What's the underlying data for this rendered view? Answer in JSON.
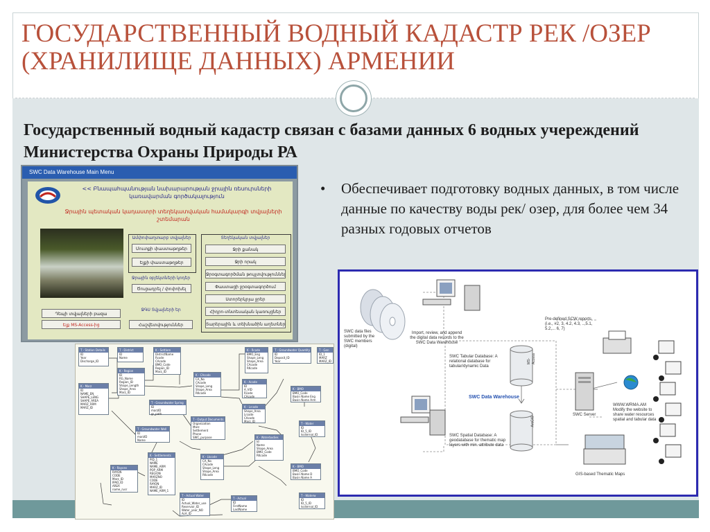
{
  "slide": {
    "title": "ГОСУДАРСТВЕННЫЙ ВОДНЫЙ КАДАСТР РЕК /ОЗЕР (ХРАНИЛИЩЕ ДАННЫХ) АРМЕНИИ",
    "subtitle": "Государственный водный кадастр связан с базами данных 6 водных учереждений Министерства Охраны Природы РА",
    "bullets": [
      "Обеспечивает подготовку водных данных, в том числе данные по качеству воды рек/ озер, для более чем 34 разных годовых отчетов"
    ],
    "bullet_marker": "•",
    "colors": {
      "title": "#b8513b",
      "panel": "#dfe6e8",
      "strip": "#6f999b",
      "frame": "#2c2ab0"
    }
  },
  "menu_window": {
    "title": "SWC Data Warehouse Main Menu",
    "header_am": "<< Բնապահպանության նախարարության ջրային ռեսուրսների կառավարման գործակալություն",
    "subheader_am": "Ջրային պետական կադաստրի տեղեկատվական համակարգի տվյալների շտեմարան",
    "groups": [
      "Ամփոփաղտարբ տվյալներ",
      "Ջրային օբյեկտների կոդեր",
      "ՋԳՍ Տվյալների եր",
      "Տեղեկական տվյալներ"
    ],
    "left_buttons": [
      "Մուտքի փաստաթղթեր",
      "Ելքի փաստաթղթեր",
      "Ծուցադրել / փոփոխել"
    ],
    "bottom_left_buttons": [
      "Դեպի տվյալների բազա",
      "Ելք MS-Access-ից"
    ],
    "middle_button": "Հաշվետվություններ",
    "right_buttons": [
      "Ջրի քանակ",
      "Ջրի որակ",
      "Ջրօգտագործման թույլտվություններ",
      "Փաստացի ջրօգտագործում",
      "Ստորերկրյա ջրեր",
      "Հիդրո-տնտեսական կառույցներ",
      "Տարերային և տեխնածին աղետներ"
    ]
  },
  "er_diagram": {
    "tables": [
      {
        "name": "T - Station Details",
        "fields": [
          "ID",
          "Year",
          "Discharge_ID"
        ]
      },
      {
        "name": "T - District",
        "fields": [
          "ID",
          "Name"
        ]
      },
      {
        "name": "K - Region",
        "fields": [
          "ID",
          "RG_Name",
          "Region_ID",
          "Shape_Length",
          "Shape_Area",
          "Marz_ID"
        ]
      },
      {
        "name": "K - Marz",
        "fields": [
          "ID",
          "NAME_EN",
          "SHAPE_LENG",
          "SHAPE_AREA",
          "MARZ_ARM",
          "MARZ_ID"
        ]
      },
      {
        "name": "K - Settlem",
        "fields": [
          "DistrictName",
          "Rcode",
          "CAcode",
          "BMO_Code",
          "Region_ID",
          "Marz_ID"
        ]
      },
      {
        "name": "K - CAcode",
        "fields": [
          "CA_No",
          "CAcode",
          "Shape_Leng",
          "Shape_Area",
          "RKcode"
        ]
      },
      {
        "name": "T - Groundwater Spring",
        "fields": [
          "ID",
          "marzID",
          "gr_path"
        ]
      },
      {
        "name": "T - Groundwater Well",
        "fields": [
          "ID",
          "marzID",
          "Name"
        ]
      },
      {
        "name": "K - Settlements",
        "fields": [
          "PID_1",
          "NAME",
          "NAME_ARM",
          "POP_ARM",
          "REGION",
          "MARZNO",
          "CODE",
          "RAYON",
          "MARZ_ID",
          "NAME_ARM_1"
        ]
      },
      {
        "name": "K - Rayons",
        "fields": [
          "RAYON",
          "CODE",
          "Marz_ID",
          "IPAD_ID",
          "AREA",
          "name_rusr"
        ]
      },
      {
        "name": "T - Output Documents",
        "fields": [
          "Organization",
          "Marz",
          "Settlement",
          "Phone",
          "SWC_purpose"
        ]
      },
      {
        "name": "K - Rcode",
        "fields": [
          "BMO_Eng",
          "Shape_Leng",
          "Shape_Area",
          "CAcode",
          "RKcode"
        ]
      },
      {
        "name": "K - Acode",
        "fields": [
          "ID",
          "A_VID",
          "Rcode",
          "CAcode"
        ]
      },
      {
        "name": "K - Lrcode",
        "fields": [
          "Shape_Area",
          "Lrcode",
          "CAcode",
          "Marz_ID"
        ]
      },
      {
        "name": "K - Lkcode",
        "fields": [
          "CA_No",
          "CAcode",
          "Shape_Leng",
          "Shape_Area",
          "RKcode"
        ]
      },
      {
        "name": "K - Waterbodies",
        "fields": [
          "Id",
          "Name",
          "Shape_Area",
          "BMO_Code",
          "RKcode"
        ]
      },
      {
        "name": "T - Groundwater Quantity",
        "fields": [
          "ID",
          "Deposit_ID",
          "Year"
        ]
      },
      {
        "name": "K - BMO",
        "fields": [
          "BMO_Code",
          "Basin Name Eng",
          "Basin Name Arm"
        ]
      },
      {
        "name": "T - Water",
        "fields": [
          "ID",
          "ID_5_ID",
          "Isoliernal_ID"
        ]
      },
      {
        "name": "K - BMO",
        "fields": [
          "BMO_Code",
          "Basin Name D",
          "Basin Name A"
        ]
      },
      {
        "name": "T - Actual Water",
        "fields": [
          "ID",
          "Actual_Water_use",
          "Reservoir_ID",
          "Water_year_NO",
          "AcA_ID"
        ]
      },
      {
        "name": "T - Actual",
        "fields": [
          "ID",
          "FirstName",
          "LastName"
        ]
      },
      {
        "name": "T - Waterw",
        "fields": [
          "ID",
          "ID_5_ID",
          "Isoliernal_ID"
        ]
      },
      {
        "name": "T - Gen",
        "fields": [
          "ID_1",
          "MARZ",
          "MARZ_ID"
        ]
      }
    ]
  },
  "architecture": {
    "swc_members": "SWC data files submitted by the SWC members (digital)",
    "import_step": "Import, review, and append the digital data records to the SWC Data Warehouse",
    "tabular_db": "SWC Tabular Database: A relational database for tabular/dynamic Data",
    "warehouse": "SWC Data Warehouse",
    "spatial_db": "SWC Spatial Database: A geodatabase for thematic map layers with min. attribute data",
    "reports": "Pre-defined SCW reports (i.e., #2, 3, 4.2, 4.3, ..,5.1, 5.2,... 6, 7)",
    "server": "SWC Server",
    "website": "WWW.WRMA.AM Modify the website to share water resources spatial and tabular data",
    "gis_maps": "GIS-based Thematic Maps",
    "ms_access": "MS-Access",
    "arcgis": "ArcGIS"
  }
}
